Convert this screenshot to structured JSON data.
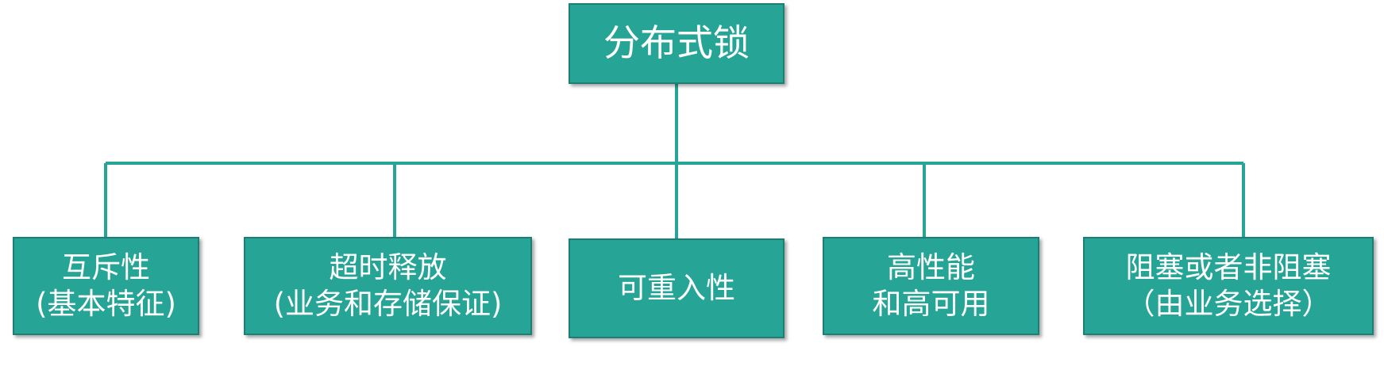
{
  "diagram": {
    "root": {
      "label": "分布式锁"
    },
    "children": [
      {
        "line1": "互斥性",
        "line2": "(基本特征)"
      },
      {
        "line1": "超时释放",
        "line2": "(业务和存储保证)"
      },
      {
        "line1": "可重入性",
        "line2": ""
      },
      {
        "line1": "高性能",
        "line2": "和高可用"
      },
      {
        "line1": "阻塞或者非阻塞",
        "line2": "（由业务选择）"
      }
    ]
  },
  "colors": {
    "node_fill": "#26a596",
    "node_border": "#1d7f74",
    "connector": "#26a596",
    "text": "#ffffff"
  }
}
